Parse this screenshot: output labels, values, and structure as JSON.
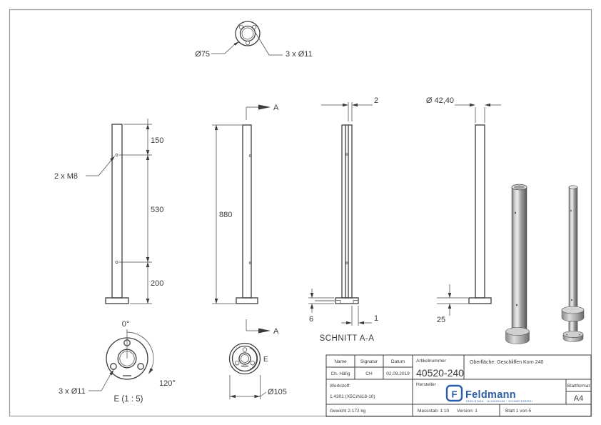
{
  "views": {
    "top": {
      "label_diameter": "Ø75",
      "label_holes": "3 x Ø11"
    },
    "front": {
      "dim_150": "150",
      "dim_530": "530",
      "dim_200": "200",
      "label_m8": "2 x M8"
    },
    "side": {
      "dim_880": "880",
      "section_arrow": "A"
    },
    "section": {
      "title": "SCHNITT A-A",
      "dim_wall": "2",
      "dim_6": "6",
      "dim_1": "1"
    },
    "right": {
      "dim_diameter": "Ø 42,40",
      "dim_25": "25"
    },
    "detail": {
      "angle_0": "0°",
      "angle_120": "120°",
      "label_holes": "3 x Ø11",
      "title": "E (1 : 5)"
    },
    "bottom": {
      "section_arrow": "A",
      "detail_marker": "E",
      "dim_diameter": "Ø105"
    }
  },
  "title_block": {
    "name_label": "Name",
    "signatur_label": "Signatur",
    "datum_label": "Datum",
    "name_value": "Ch. Häfig",
    "signatur_value": "CH",
    "datum_value": "02.09.2019",
    "artikelnummer_label": "Artikelnummer",
    "artikelnummer_value": "40520-240",
    "oberflaeche": "Oberfläche:  Geschliffen Korn 240",
    "werkstoff_label": "Werkstoff:",
    "werkstoff_value": "1.4301 (X5CrNi18-10)",
    "hersteller_label": "Hersteller",
    "logo_text": "Feldmann",
    "logo_letter": "F",
    "logo_tagline": "EDELSTAHL · ALUMINIUM · SCHWEISSEREI",
    "blattformat_label": "Blattformat",
    "blattformat_value": "A4",
    "gewicht": "Gewicht 2.172 kg",
    "massstab": "Massstab: 1:10",
    "version": "Version: 1",
    "blatt": "Blatt 1 von 5"
  },
  "colors": {
    "line": "#3d3d3d",
    "logo_blue": "#2b5ea7"
  }
}
